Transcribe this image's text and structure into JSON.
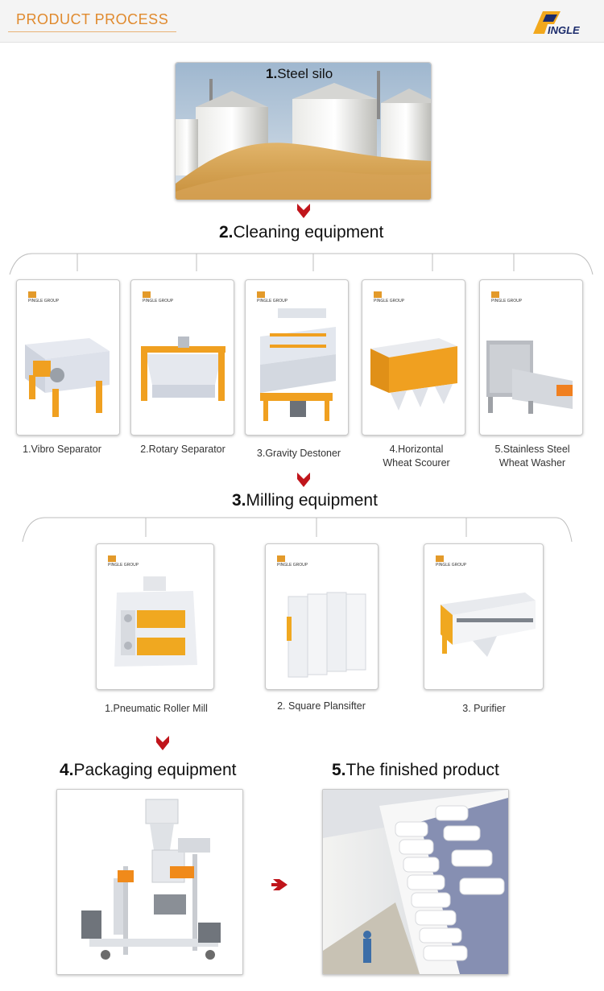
{
  "header": {
    "title": "PRODUCT PROCESS",
    "logo_text": "INGLE"
  },
  "colors": {
    "accent": "#e08a2e",
    "arrow": "#c0151b",
    "machine_orange": "#f0a020"
  },
  "steps": {
    "s1": {
      "num": "1.",
      "label": "Steel silo"
    },
    "s2": {
      "num": "2.",
      "label": "Cleaning equipment"
    },
    "s3": {
      "num": "3.",
      "label": "Milling equipment"
    },
    "s4": {
      "num": "4.",
      "label": "Packaging equipment"
    },
    "s5": {
      "num": "5.",
      "label": "The finished product"
    }
  },
  "cleaning": [
    {
      "line1": "1.Vibro Separator",
      "line2": ""
    },
    {
      "line1": "2.Rotary Separator",
      "line2": ""
    },
    {
      "line1": "3.Gravity Destoner",
      "line2": ""
    },
    {
      "line1": "4.Horizontal",
      "line2": "Wheat Scourer"
    },
    {
      "line1": "5.Stainless Steel",
      "line2": "Wheat Washer"
    }
  ],
  "milling": [
    {
      "label": "1.Pneumatic Roller Mill"
    },
    {
      "label": "2. Square Plansifter"
    },
    {
      "label": "3. Purifier"
    }
  ]
}
